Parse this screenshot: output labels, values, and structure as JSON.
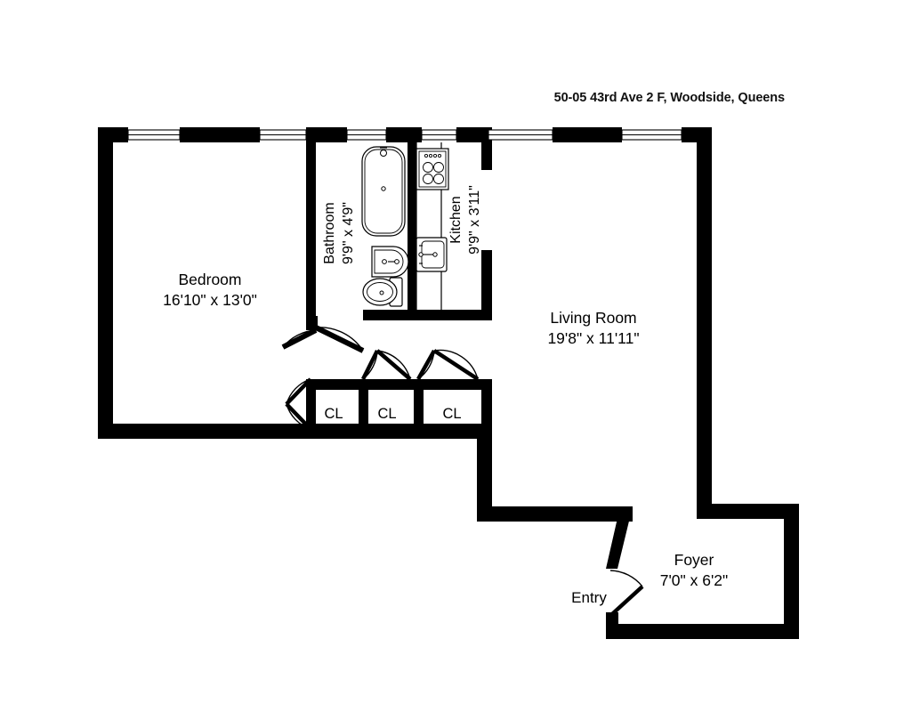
{
  "title": "50-05 43rd Ave 2 F, Woodside, Queens",
  "rooms": [
    {
      "name": "Bedroom",
      "dims": "16'10\" x 13'0\"",
      "orientation": "horizontal"
    },
    {
      "name": "Bathroom",
      "dims": "9'9\" x 4'9\"",
      "orientation": "vertical"
    },
    {
      "name": "Kitchen",
      "dims": "9'9\" x 3'11\"",
      "orientation": "vertical"
    },
    {
      "name": "Living Room",
      "dims": "19'8\" x 11'11\"",
      "orientation": "horizontal"
    },
    {
      "name": "Foyer",
      "dims": "7'0\" x 6'2\"",
      "orientation": "horizontal"
    }
  ],
  "closets": [
    {
      "label": "CL"
    },
    {
      "label": "CL"
    },
    {
      "label": "CL"
    }
  ],
  "entry": {
    "label": "Entry"
  },
  "fixtures": {
    "bathtub": "bathtub",
    "sink": "bathroom-sink",
    "toilet": "toilet",
    "range": "kitchen-range",
    "kitchen_sink": "kitchen-sink"
  },
  "colors": {
    "wall": "#000000",
    "background": "#ffffff",
    "text": "#000000"
  }
}
